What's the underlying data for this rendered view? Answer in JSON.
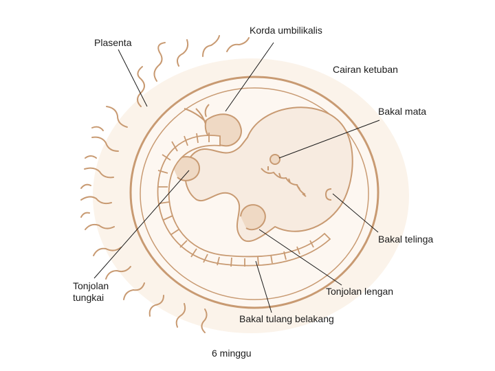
{
  "labels": {
    "plasenta": "Plasenta",
    "korda_umbilikalis": "Korda umbilikalis",
    "cairan_ketuban": "Cairan ketuban",
    "bakal_mata": "Bakal mata",
    "bakal_telinga": "Bakal telinga",
    "tonjolan_tungkai_line1": "Tonjolan",
    "tonjolan_tungkai_line2": "tungkai",
    "tonjolan_lengan": "Tonjolan lengan",
    "bakal_tulang_belakang": "Bakal tulang belakang"
  },
  "caption": "6 minggu",
  "colors": {
    "outline": "#c89a72",
    "fill_light": "#f7ebe0",
    "fill_mid": "#efd9c4",
    "leader": "#1a1a1a"
  }
}
